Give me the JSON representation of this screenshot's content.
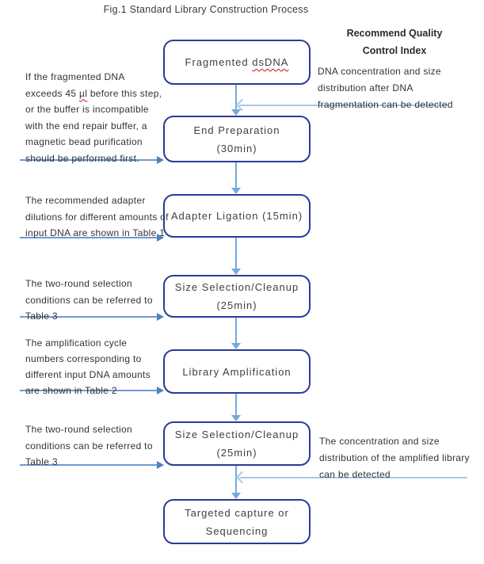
{
  "title": "Fig.1 Standard Library Construction Process",
  "colors": {
    "box_border": "#2b3a97",
    "flow_arrow": "#74aadd",
    "annotation_arrow": "#6b9bd2",
    "annotation_arrowhead": "#4f81bd",
    "qc_line": "#a6c8e8",
    "squiggle": "#cc1111"
  },
  "flow_boxes": [
    {
      "name": "fragmented-dsdna",
      "line1_prefix": "Fragmented ",
      "line1_squiggle": "dsDNA"
    },
    {
      "name": "end-preparation",
      "lines": [
        "End Preparation",
        "(30min)"
      ]
    },
    {
      "name": "adapter-ligation",
      "lines": [
        "Adapter Ligation (15min)"
      ]
    },
    {
      "name": "size-selection-cleanup-1",
      "lines": [
        "Size Selection/Cleanup",
        "(25min)"
      ]
    },
    {
      "name": "library-amplification",
      "lines": [
        "Library Amplification"
      ]
    },
    {
      "name": "size-selection-cleanup-2",
      "lines": [
        "Size Selection/Cleanup",
        "(25min)"
      ]
    },
    {
      "name": "targeted-capture-or-sequencing",
      "lines": [
        "Targeted capture or",
        "Sequencing"
      ]
    }
  ],
  "left_annotations": [
    {
      "line1": "If the fragmented DNA",
      "line2_before": "exceeds 45 ",
      "line2_squiggle": "µl",
      "line2_after": " before this step,",
      "line3": "or the buffer is incompatible",
      "line4": "with the end repair buffer, a",
      "line5": "magnetic bead purification",
      "line6": "should be performed first."
    },
    {
      "lines": [
        "The recommended adapter",
        "dilutions for different amounts of",
        "input DNA are shown in Table 1"
      ]
    },
    {
      "lines": [
        "The two-round selection",
        "conditions can be referred to",
        "Table 3"
      ]
    },
    {
      "lines": [
        "The amplification cycle",
        "numbers corresponding to",
        "different input DNA amounts",
        "are shown in Table 2"
      ]
    },
    {
      "lines": [
        "The two-round selection",
        "conditions can be referred to",
        "Table 3"
      ]
    }
  ],
  "right_column": {
    "header_line1": "Recommend Quality",
    "header_line2": "Control Index",
    "annotations": [
      {
        "lines": [
          "DNA concentration and size",
          "distribution after DNA",
          "fragmentation can be detected"
        ]
      },
      {
        "lines": [
          "The concentration and size",
          "distribution of the amplified library",
          "can be detected"
        ]
      }
    ]
  }
}
